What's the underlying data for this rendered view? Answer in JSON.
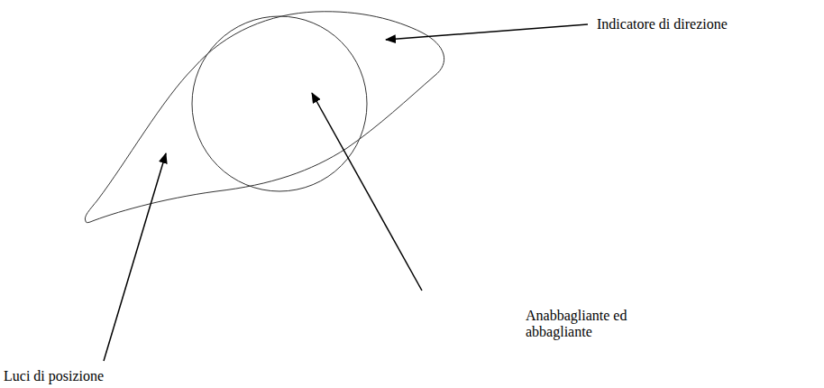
{
  "diagram": {
    "labels": [
      "Indicatore di direzione",
      "Anabbagliante ed abbagliante",
      "Luci di posizione"
    ]
  }
}
